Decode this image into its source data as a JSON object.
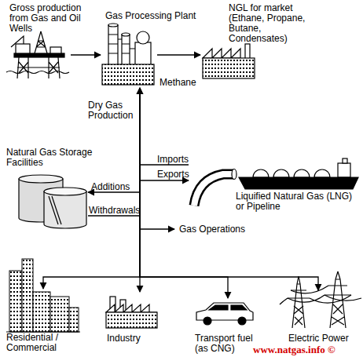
{
  "diagram": {
    "nodes": [
      {
        "text": [
          "Gross production from Gas and Oil Wells"
        ]
      },
      {
        "text": [
          "Gas Processing Plant"
        ]
      },
      {
        "text": [
          "NGL for market (Ethane, Propane, Butane, Condensates)"
        ]
      },
      {
        "text": [
          "Natural Gas Storage Facilities"
        ]
      },
      {
        "text": [
          "Liquified Natural Gas (LNG) or Pipeline"
        ]
      },
      {
        "text": [
          "Residential / Commercial"
        ]
      },
      {
        "text": [
          "Industry"
        ]
      },
      {
        "text": [
          "Transport fuel (as CNG)"
        ]
      },
      {
        "text": [
          "Electric Power"
        ]
      }
    ],
    "edges": [
      {
        "from": 0,
        "to": 1,
        "arrow": "to"
      },
      {
        "from": 1,
        "to": 2,
        "arrow": "to"
      },
      {
        "from": 4,
        "to": 1,
        "label": "Imports",
        "arrow": "to"
      },
      {
        "from": 1,
        "to": 4,
        "label": "Exports",
        "arrow": "to"
      },
      {
        "from": 1,
        "to": 3,
        "label": "Additions",
        "arrow": "to"
      },
      {
        "from": 3,
        "to": 1,
        "label": "Withdrawals",
        "arrow": "to"
      },
      {
        "from": 1,
        "to": 5,
        "arrow": "to"
      },
      {
        "from": 1,
        "to": 6,
        "arrow": "to"
      },
      {
        "from": 1,
        "to": 7,
        "arrow": "to"
      },
      {
        "from": 1,
        "to": 8,
        "arrow": "to"
      }
    ],
    "labels": [
      "Methane",
      "Dry Gas Production",
      "Gas Operations",
      "www.natgas.info ©"
    ]
  }
}
